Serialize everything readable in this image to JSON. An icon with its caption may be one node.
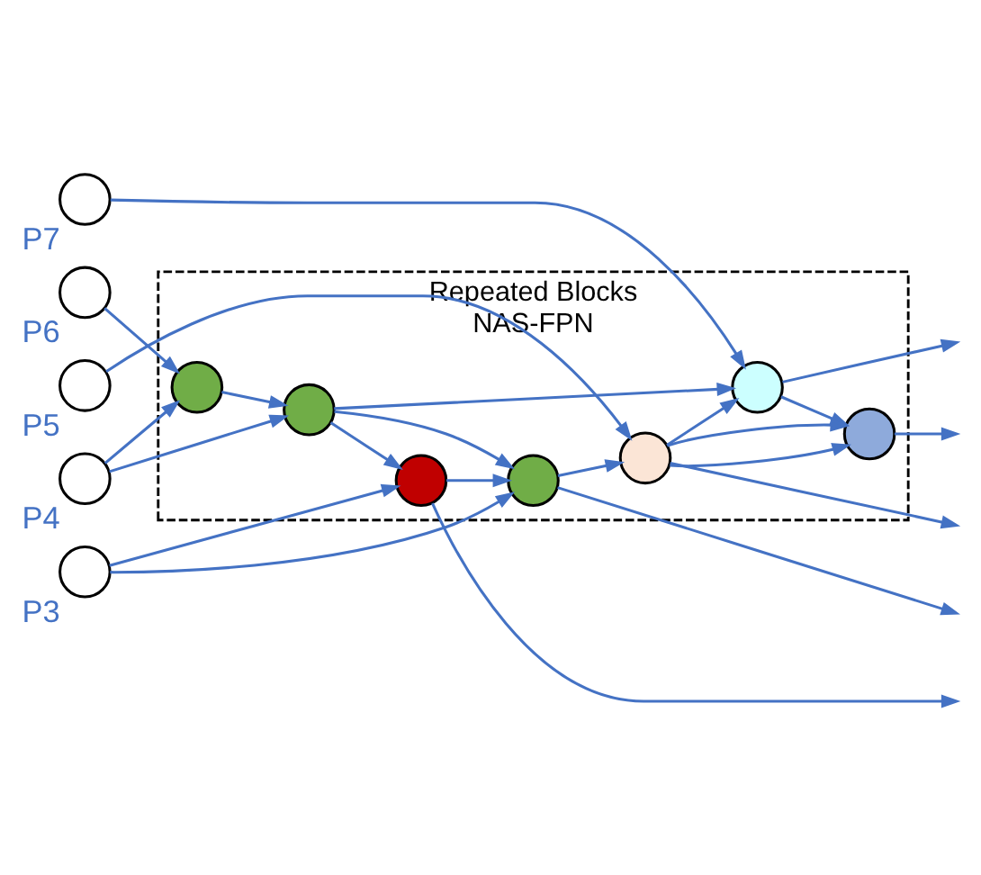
{
  "diagram": {
    "nodes": [
      {
        "text": [
          "Repeated Blocks",
          "NAS-FPN"
        ]
      },
      {
        "text": [],
        "shape": "circle",
        "beside": [
          "P7"
        ]
      },
      {
        "text": [],
        "shape": "circle",
        "beside": [
          "P6"
        ]
      },
      {
        "text": [],
        "shape": "circle",
        "beside": [
          "P5"
        ]
      },
      {
        "text": [],
        "shape": "circle",
        "beside": [
          "P4"
        ]
      },
      {
        "text": [],
        "shape": "circle",
        "beside": [
          "P3"
        ]
      },
      {
        "text": [],
        "shape": "circle",
        "in": 0
      },
      {
        "text": [],
        "shape": "circle",
        "in": 0
      },
      {
        "text": [],
        "shape": "circle",
        "in": 0
      },
      {
        "text": [],
        "shape": "circle",
        "in": 0
      },
      {
        "text": [],
        "shape": "circle",
        "in": 0
      },
      {
        "text": [],
        "shape": "circle",
        "in": 0
      },
      {
        "text": [],
        "shape": "circle",
        "in": 0
      }
    ],
    "edges": [
      {
        "from": 1,
        "to": 6,
        "arrow": "to"
      },
      {
        "from": 2,
        "to": 9,
        "arrow": "to"
      },
      {
        "from": 3,
        "to": 8,
        "arrow": "to"
      },
      {
        "from": 4,
        "to": 9,
        "arrow": "to"
      },
      {
        "from": 4,
        "to": 10,
        "arrow": "to"
      },
      {
        "from": 9,
        "to": 10,
        "arrow": "to"
      },
      {
        "from": 10,
        "to": 6,
        "arrow": "to"
      },
      {
        "from": 10,
        "to": 11,
        "arrow": "to"
      },
      {
        "from": 10,
        "to": 12,
        "arrow": "to"
      },
      {
        "from": 5,
        "to": 11,
        "arrow": "to"
      },
      {
        "from": 5,
        "to": 12,
        "arrow": "to"
      },
      {
        "from": 12,
        "to": 11,
        "arrow": "to"
      },
      {
        "from": 11,
        "to": 8,
        "arrow": "to"
      },
      {
        "from": 8,
        "to": 6,
        "arrow": "to"
      },
      {
        "from": 8,
        "to": 7,
        "arrow": "to"
      },
      {
        "from": 6,
        "to": 7,
        "arrow": "to"
      },
      {
        "from": 8,
        "to": 7,
        "arrow": "to"
      },
      {
        "from": 6,
        "to": null,
        "arrow": "to"
      },
      {
        "from": 7,
        "to": null,
        "arrow": "to"
      },
      {
        "from": 8,
        "to": null,
        "arrow": "to"
      },
      {
        "from": 11,
        "to": null,
        "arrow": "to"
      },
      {
        "from": 12,
        "to": null,
        "arrow": "to"
      }
    ]
  }
}
